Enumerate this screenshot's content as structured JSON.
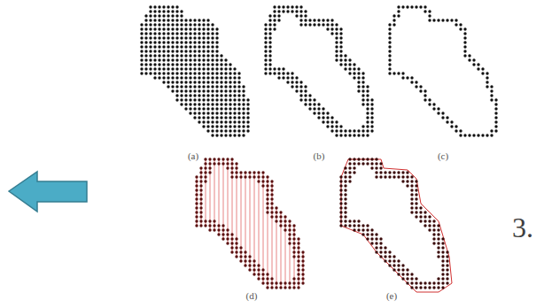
{
  "diagram": {
    "labels": [
      "(a)",
      "(b)",
      "(c)",
      "(d)",
      "(e)",
      "3."
    ]
  }
}
